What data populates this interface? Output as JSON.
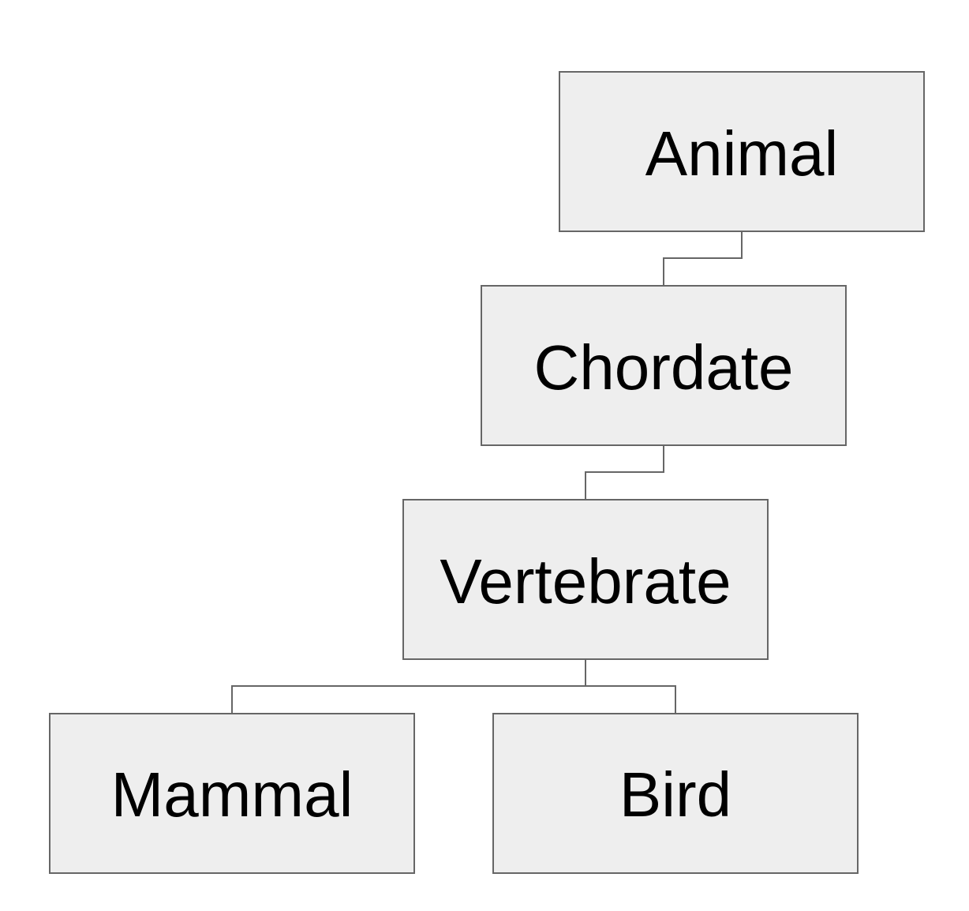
{
  "diagram": {
    "type": "tree",
    "nodes": {
      "animal": "Animal",
      "chordate": "Chordate",
      "vertebrate": "Vertebrate",
      "mammal": "Mammal",
      "bird": "Bird"
    },
    "edges": [
      {
        "from": "Animal",
        "to": "Chordate"
      },
      {
        "from": "Chordate",
        "to": "Vertebrate"
      },
      {
        "from": "Vertebrate",
        "to": "Mammal"
      },
      {
        "from": "Vertebrate",
        "to": "Bird"
      }
    ]
  }
}
